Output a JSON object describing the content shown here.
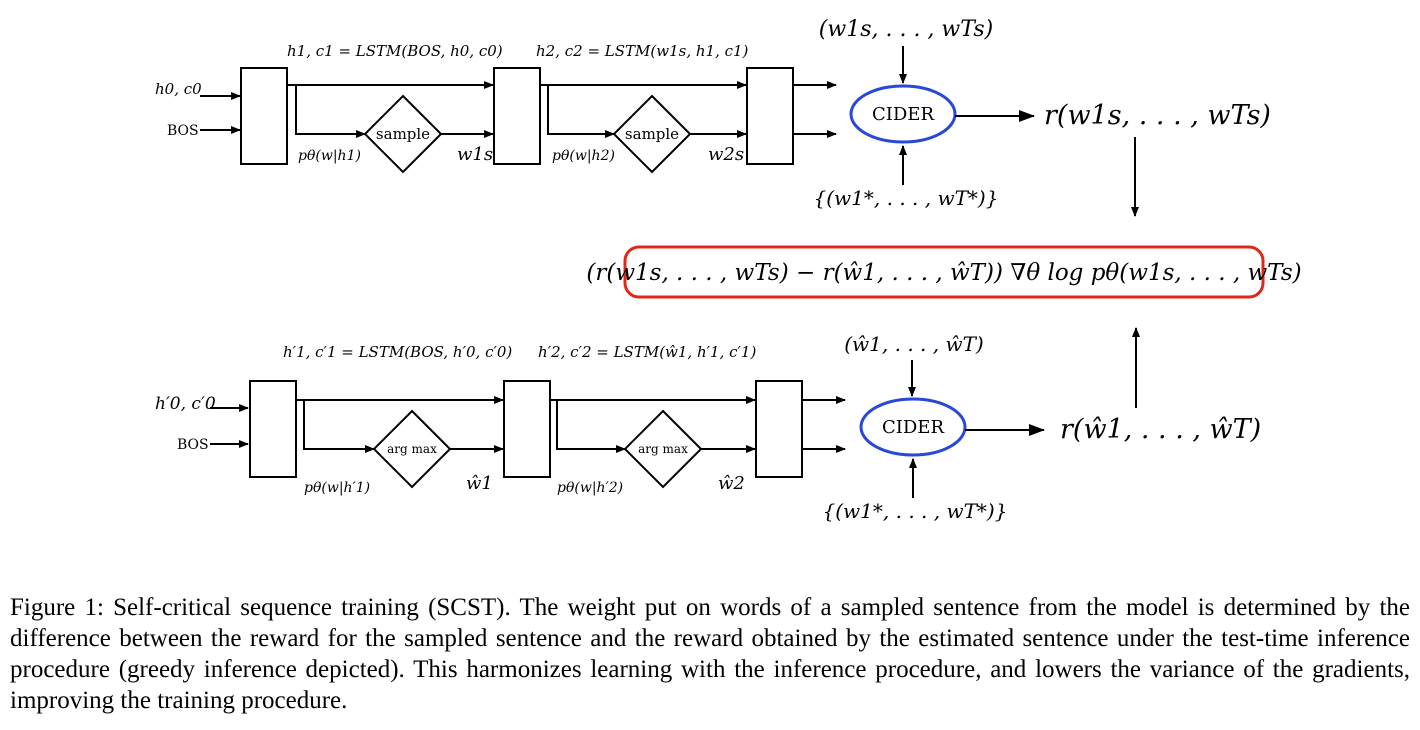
{
  "top": {
    "init_state": "h0, c0",
    "bos": "BOS",
    "lstm1_eq": "h1, c1 = LSTM(BOS, h0, c0)",
    "lstm2_eq": "h2, c2 = LSTM(w1s, h1, c1)",
    "prob1": "pθ(w|h1)",
    "prob2": "pθ(w|h2)",
    "op": "sample",
    "word1": "w1s",
    "word2": "w2s",
    "metric": "CIDER",
    "metric_input_top": "(w1s, . . . , wTs)",
    "metric_input_bottom": "{(w1*, . . . , wT*)}",
    "reward": "r(w1s, . . . , wTs)"
  },
  "gradient_formula": "(r(w1s, . . . , wTs) − r(ŵ1, . . . , ŵT)) ∇θ log pθ(w1s, . . . , wTs)",
  "bottom": {
    "init_state": "h′0, c′0",
    "bos": "BOS",
    "lstm1_eq": "h′1, c′1 = LSTM(BOS, h′0, c′0)",
    "lstm2_eq": "h′2, c′2 = LSTM(ŵ1, h′1, c′1)",
    "prob1": "pθ(w|h′1)",
    "prob2": "pθ(w|h′2)",
    "op": "arg max",
    "word1": "ŵ1",
    "word2": "ŵ2",
    "metric": "CIDER",
    "metric_input_top": "(ŵ1, . . . , ŵT)",
    "metric_input_bottom": "{(w1*, . . . , wT*)}",
    "reward": "r(ŵ1, . . . , ŵT)"
  },
  "caption": "Figure 1: Self-critical sequence training (SCST). The weight put on words of a sampled sentence from the model is determined by the difference between the reward for the sampled sentence and the reward obtained by the estimated sentence under the test-time inference procedure (greedy inference depicted). This harmonizes learning with the inference procedure, and lowers the variance of the gradients, improving the training procedure.",
  "colors": {
    "cider_border": "#2848d8",
    "formula_border": "#e02818"
  }
}
